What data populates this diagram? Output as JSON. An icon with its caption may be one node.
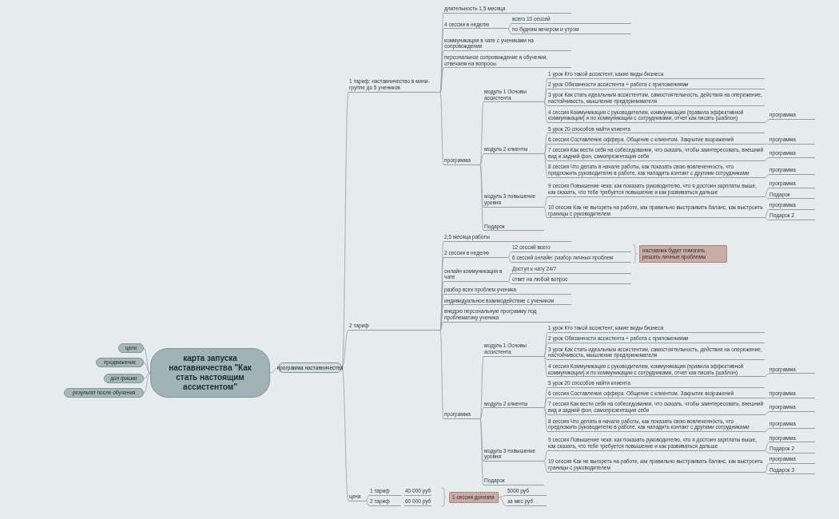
{
  "diagram": {
    "nodes": [
      {
        "text": [
          "карта запуска наставничества \"Как стать настоящим ассистентом\""
        ]
      },
      {
        "text": [
          "цели"
        ]
      },
      {
        "text": [
          "продвижение"
        ]
      },
      {
        "text": [
          "доп фишки"
        ]
      },
      {
        "text": [
          "результат после обучения"
        ]
      },
      {
        "text": [
          "программа наставничества"
        ]
      },
      {
        "text": [
          "1 тариф: наставничество в мини-группе до 5 учеников"
        ]
      },
      {
        "text": [
          "длительность 1,5 месяца"
        ]
      },
      {
        "text": [
          "4 сессии в неделю"
        ]
      },
      {
        "text": [
          "всего 10 сессий"
        ]
      },
      {
        "text": [
          "по будням вечером и утром"
        ]
      },
      {
        "text": [
          "коммуникация в чате с учениками на сопровождении"
        ]
      },
      {
        "text": [
          "персональное сопровождение в обучении, отвечаем на вопросы"
        ]
      },
      {
        "text": [
          "программа"
        ]
      },
      {
        "text": [
          "модуль 1 Основы ассистента"
        ]
      },
      {
        "text": [
          "1 урок Кто такой ассистент, какие виды бизнеса"
        ]
      },
      {
        "text": [
          "2 урок Обязанности ассистента + работа с приложениями"
        ]
      },
      {
        "text": [
          "3 урок Как стать идеальным ассистентом, самостоятельность, действия на опережение, настойчивость, мышление предпринимателя"
        ]
      },
      {
        "text": [
          "4 сессия Коммуникация с руководителем, коммуникация (правила эффективной коммуникации) и по коммуникации с сотрудниками, отчет как писать (шаблон)"
        ]
      },
      {
        "text": [
          "программа"
        ]
      },
      {
        "text": [
          "модуль 2 клиенты"
        ]
      },
      {
        "text": [
          "5 урок 20 способов найти клиента"
        ]
      },
      {
        "text": [
          "6 сессия Составление оффера. Общение с клиентом. Закрытие возражений"
        ]
      },
      {
        "text": [
          "программа"
        ]
      },
      {
        "text": [
          "7 сессия Как вести себя на собеседовании, что сказать, чтобы заинтересовать, внешний вид и задний фон, самопрезентация себя"
        ]
      },
      {
        "text": [
          "программа"
        ]
      },
      {
        "text": [
          "8 сессия Что делать в начале работы, как показать свою вовлеченность, что предложить руководителю в работе, как наладить контакт с другими сотрудниками"
        ]
      },
      {
        "text": [
          "программа"
        ]
      },
      {
        "text": [
          "модуль 3 повышение уровня"
        ]
      },
      {
        "text": [
          "9 сессия Повышение чека: как показать руководителю, что я достоин зарплаты выше, как сказать, что тебе требуется повышение и как развиваться дальше"
        ]
      },
      {
        "text": [
          "программа"
        ]
      },
      {
        "text": [
          "Подарок"
        ]
      },
      {
        "text": [
          "10 сессия Как не выгореть на работе, как правильно выстраивать баланс, как выстроить границы с руководителем"
        ]
      },
      {
        "text": [
          "программа"
        ]
      },
      {
        "text": [
          "Подарок 2"
        ]
      },
      {
        "text": [
          "Подарок"
        ]
      },
      {
        "text": [
          "2 тариф"
        ]
      },
      {
        "text": [
          "2,5 месяца работы"
        ]
      },
      {
        "text": [
          "2 сессии в неделю"
        ]
      },
      {
        "text": [
          "12 сессий всего"
        ]
      },
      {
        "text": [
          "6 сессий онлайн: разбор личных проблем"
        ]
      },
      {
        "text": [
          "наставник будет помогать решать личные проблемы"
        ]
      },
      {
        "text": [
          "онлайн коммуникация в чате"
        ]
      },
      {
        "text": [
          "Доступ к чату 24/7"
        ]
      },
      {
        "text": [
          "ответ на любой вопрос"
        ]
      },
      {
        "text": [
          "разбор всех проблем ученика"
        ]
      },
      {
        "text": [
          "индивидуальное взаимодействие с учеником"
        ]
      },
      {
        "text": [
          "внедрю персональную программу под проблематику ученика"
        ]
      },
      {
        "text": [
          "программа"
        ]
      },
      {
        "text": [
          "модуль 1 Основы ассистента"
        ]
      },
      {
        "text": [
          "1 урок Кто такой ассистент, какие виды бизнеса"
        ]
      },
      {
        "text": [
          "2 урок Обязанности ассистента + работа с приложениями"
        ]
      },
      {
        "text": [
          "3 урок Как стать идеальным ассистентом, самостоятельность, действия на опережение, настойчивость, мышление предпринимателя"
        ]
      },
      {
        "text": [
          "4 сессия Коммуникация с руководителем, коммуникация (правила эффективной коммуникации) и по коммуникации с сотрудниками, отчет как писать (шаблон)"
        ]
      },
      {
        "text": [
          "программа"
        ]
      },
      {
        "text": [
          "модуль 2 клиенты"
        ]
      },
      {
        "text": [
          "5 урок 20 способов найти клиента"
        ]
      },
      {
        "text": [
          "6 сессия Составление оффера. Общение с клиентом. Закрытие возражений"
        ]
      },
      {
        "text": [
          "программа"
        ]
      },
      {
        "text": [
          "7 сессия Как вести себя на собеседовании, что сказать, чтобы заинтересовать, внешний вид и задний фон, самопрезентация себя"
        ]
      },
      {
        "text": [
          "программа"
        ]
      },
      {
        "text": [
          "8 сессия Что делать в начале работы, как показать свою вовлеченность, что предложить руководителю в работе, как наладить контакт с другими сотрудниками"
        ]
      },
      {
        "text": [
          "программа"
        ]
      },
      {
        "text": [
          "модуль 3 повышение уровня"
        ]
      },
      {
        "text": [
          "9 сессия Повышение чека: как показать руководителю, что я достоин зарплаты выше, как сказать, что тебе требуется повышение и как развиваться дальше"
        ]
      },
      {
        "text": [
          "программа"
        ]
      },
      {
        "text": [
          "Подарок 2"
        ]
      },
      {
        "text": [
          "10 сессия Как не выгореть на работе, как правильно выстраивать баланс, как выстроить границы с руководителем"
        ]
      },
      {
        "text": [
          "программа"
        ]
      },
      {
        "text": [
          "Подарок 3"
        ]
      },
      {
        "text": [
          "Подарок"
        ]
      },
      {
        "text": [
          "цена"
        ]
      },
      {
        "text": [
          "1 тариф"
        ],
        "beside": [
          "40 000 руб"
        ]
      },
      {
        "text": [
          "2 тариф"
        ],
        "beside": [
          "60 000 руб"
        ]
      },
      {
        "text": [
          "1 сессия доплата"
        ]
      },
      {
        "text": [
          "5000 руб"
        ]
      },
      {
        "text": [
          "за мес руб"
        ]
      }
    ],
    "edges": [
      {
        "from": 0,
        "to": 1,
        "arrow": "none"
      },
      {
        "from": 0,
        "to": 2,
        "arrow": "none"
      },
      {
        "from": 0,
        "to": 3,
        "arrow": "none"
      },
      {
        "from": 0,
        "to": 4,
        "arrow": "none"
      },
      {
        "from": 0,
        "to": 5,
        "arrow": "none"
      },
      {
        "from": 5,
        "to": 6,
        "arrow": "none"
      },
      {
        "from": 5,
        "to": 36,
        "arrow": "none"
      },
      {
        "from": 5,
        "to": 71,
        "arrow": "none"
      },
      {
        "from": 6,
        "to": 7,
        "arrow": "none"
      },
      {
        "from": 6,
        "to": 8,
        "arrow": "none"
      },
      {
        "from": 8,
        "to": 9,
        "arrow": "none"
      },
      {
        "from": 8,
        "to": 10,
        "arrow": "none"
      },
      {
        "from": 6,
        "to": 11,
        "arrow": "none"
      },
      {
        "from": 6,
        "to": 12,
        "arrow": "none"
      },
      {
        "from": 6,
        "to": 13,
        "arrow": "none"
      },
      {
        "from": 13,
        "to": 14,
        "arrow": "none"
      },
      {
        "from": 14,
        "to": 15,
        "arrow": "none"
      },
      {
        "from": 14,
        "to": 16,
        "arrow": "none"
      },
      {
        "from": 14,
        "to": 17,
        "arrow": "none"
      },
      {
        "from": 14,
        "to": 18,
        "arrow": "none"
      },
      {
        "from": 18,
        "to": 19,
        "arrow": "none"
      },
      {
        "from": 13,
        "to": 20,
        "arrow": "none"
      },
      {
        "from": 20,
        "to": 21,
        "arrow": "none"
      },
      {
        "from": 20,
        "to": 22,
        "arrow": "none"
      },
      {
        "from": 22,
        "to": 23,
        "arrow": "none"
      },
      {
        "from": 20,
        "to": 24,
        "arrow": "none"
      },
      {
        "from": 24,
        "to": 25,
        "arrow": "none"
      },
      {
        "from": 20,
        "to": 26,
        "arrow": "none"
      },
      {
        "from": 26,
        "to": 27,
        "arrow": "none"
      },
      {
        "from": 13,
        "to": 28,
        "arrow": "none"
      },
      {
        "from": 28,
        "to": 29,
        "arrow": "none"
      },
      {
        "from": 29,
        "to": 30,
        "arrow": "none"
      },
      {
        "from": 29,
        "to": 31,
        "arrow": "none"
      },
      {
        "from": 28,
        "to": 32,
        "arrow": "none"
      },
      {
        "from": 32,
        "to": 33,
        "arrow": "none"
      },
      {
        "from": 32,
        "to": 34,
        "arrow": "none"
      },
      {
        "from": 13,
        "to": 35,
        "arrow": "none"
      },
      {
        "from": 36,
        "to": 37,
        "arrow": "none"
      },
      {
        "from": 36,
        "to": 38,
        "arrow": "none"
      },
      {
        "from": 38,
        "to": 39,
        "arrow": "none"
      },
      {
        "from": 38,
        "to": 40,
        "arrow": "none"
      },
      {
        "from": 36,
        "to": 42,
        "arrow": "none"
      },
      {
        "from": 42,
        "to": 43,
        "arrow": "none"
      },
      {
        "from": 42,
        "to": 44,
        "arrow": "none"
      },
      {
        "from": 36,
        "to": 45,
        "arrow": "none"
      },
      {
        "from": 36,
        "to": 46,
        "arrow": "none"
      },
      {
        "from": 36,
        "to": 47,
        "arrow": "none"
      },
      {
        "from": 36,
        "to": 48,
        "arrow": "none"
      },
      {
        "from": 48,
        "to": 49,
        "arrow": "none"
      },
      {
        "from": 49,
        "to": 50,
        "arrow": "none"
      },
      {
        "from": 49,
        "to": 51,
        "arrow": "none"
      },
      {
        "from": 49,
        "to": 52,
        "arrow": "none"
      },
      {
        "from": 49,
        "to": 53,
        "arrow": "none"
      },
      {
        "from": 53,
        "to": 54,
        "arrow": "none"
      },
      {
        "from": 48,
        "to": 55,
        "arrow": "none"
      },
      {
        "from": 55,
        "to": 56,
        "arrow": "none"
      },
      {
        "from": 55,
        "to": 57,
        "arrow": "none"
      },
      {
        "from": 57,
        "to": 58,
        "arrow": "none"
      },
      {
        "from": 55,
        "to": 59,
        "arrow": "none"
      },
      {
        "from": 59,
        "to": 60,
        "arrow": "none"
      },
      {
        "from": 55,
        "to": 61,
        "arrow": "none"
      },
      {
        "from": 61,
        "to": 62,
        "arrow": "none"
      },
      {
        "from": 48,
        "to": 63,
        "arrow": "none"
      },
      {
        "from": 63,
        "to": 64,
        "arrow": "none"
      },
      {
        "from": 64,
        "to": 65,
        "arrow": "none"
      },
      {
        "from": 64,
        "to": 66,
        "arrow": "none"
      },
      {
        "from": 63,
        "to": 67,
        "arrow": "none"
      },
      {
        "from": 67,
        "to": 68,
        "arrow": "none"
      },
      {
        "from": 67,
        "to": 69,
        "arrow": "none"
      },
      {
        "from": 48,
        "to": 70,
        "arrow": "none"
      },
      {
        "from": 71,
        "to": 72,
        "arrow": "none"
      },
      {
        "from": 71,
        "to": 73,
        "arrow": "none"
      },
      {
        "from": 74,
        "to": 75,
        "arrow": "none"
      },
      {
        "from": 74,
        "to": 76,
        "arrow": "none"
      }
    ]
  }
}
